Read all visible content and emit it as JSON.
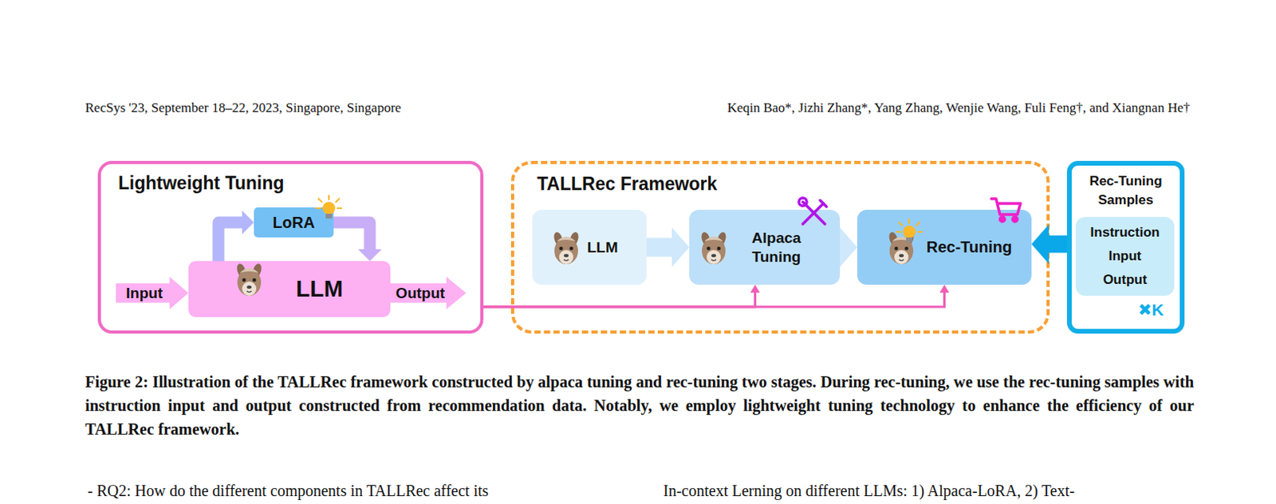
{
  "diagram": {
    "caption": "Figure 2: Illustration of the TALLRec framework constructed by alpaca tuning and rec-tuning two stages. During rec-tuning, we use the rec-tuning samples with instruction input and output constructed from recommendation data. Notably, we employ lightweight tuning technology to enhance the efficiency of our TALLRec framework.",
    "nodes": [
      {
        "text": [
          "Lightweight Tuning"
        ]
      },
      {
        "text": [
          "LoRA"
        ],
        "in": 0
      },
      {
        "text": [
          "Input"
        ],
        "in": 0
      },
      {
        "text": [
          "LLM"
        ],
        "in": 0
      },
      {
        "text": [
          "Output"
        ],
        "in": 0
      },
      {
        "text": [
          "TALLRec Framework"
        ]
      },
      {
        "text": [
          "LLM"
        ],
        "in": 5
      },
      {
        "text": [
          "Alpaca Tuning"
        ],
        "in": 5
      },
      {
        "text": [
          "Rec-Tuning"
        ],
        "in": 5
      },
      {
        "text": [
          "Rec-Tuning Samples"
        ]
      },
      {
        "text": [
          "Instruction Input Output"
        ],
        "in": 9
      }
    ],
    "edges": [
      {
        "from": 3,
        "to": 1,
        "arrow": "to"
      },
      {
        "from": 1,
        "to": 3,
        "arrow": "to"
      },
      {
        "from": 6,
        "to": 7,
        "arrow": "to"
      },
      {
        "from": 7,
        "to": 8,
        "arrow": "to"
      },
      {
        "from": 9,
        "to": 8,
        "arrow": "to"
      },
      {
        "from": 0,
        "to": 7,
        "arrow": "to"
      },
      {
        "from": 0,
        "to": 8,
        "arrow": "to"
      }
    ],
    "labels": [
      "RecSys '23, September 18–22, 2023, Singapore, Singapore",
      "Keqin Bao*, Jizhi Zhang*, Yang Zhang, Wenjie Wang, Fuli Feng†, and Xiangnan He†",
      "✖K",
      "- RQ2: How do the different components in TALLRec affect its",
      "In-context Lerning on different LLMs: 1) Alpaca-LoRA, 2) Text-"
    ]
  }
}
